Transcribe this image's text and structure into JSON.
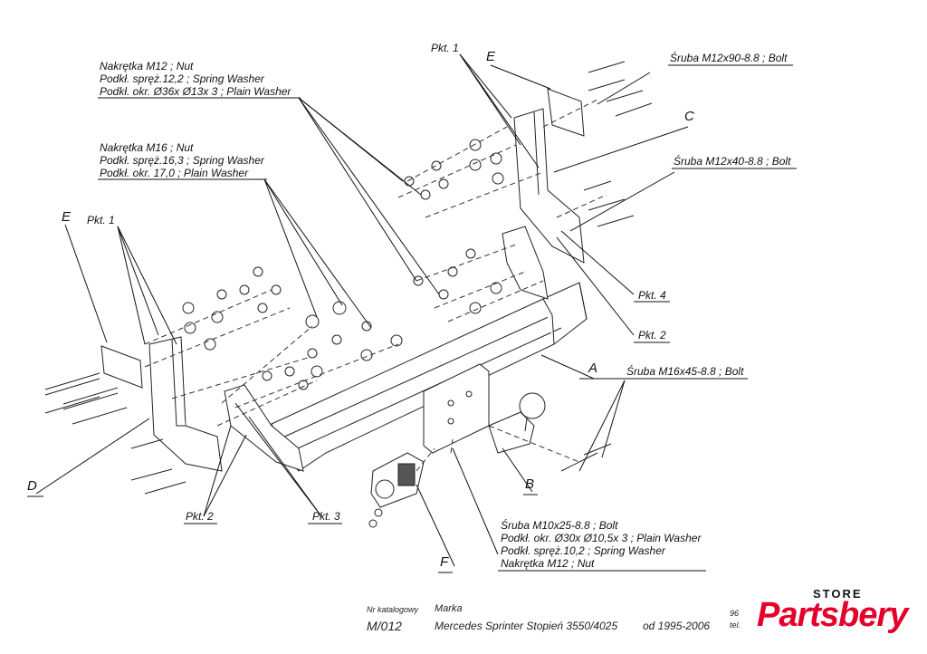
{
  "labels": {
    "pkt1_top": "Pkt. 1",
    "E_top": "E",
    "bolt_m12x90": "Śruba M12x90-8.8 ;  Bolt",
    "C": "C",
    "bolt_m12x40": "Śruba M12x40-8.8 ;  Bolt",
    "nut12_line1": "Nakrętka  M12 ; Nut",
    "nut12_line2": "Podkł. spręż.12,2 ; Spring Washer",
    "nut12_line3": "Podkł. okr.  Ø36x Ø13x 3 ; Plain Washer",
    "nut16_line1": "Nakrętka  M16 ; Nut",
    "nut16_line2": "Podkł. spręż.16,3 ; Spring Washer",
    "nut16_line3": "Podkł. okr. 17,0 ; Plain Washer",
    "E_left": "E",
    "pkt1_left": "Pkt. 1",
    "pkt4": "Pkt. 4",
    "pkt2_right": "Pkt. 2",
    "A": "A",
    "bolt_m16x45": "Śruba M16x45-8.8 ;  Bolt",
    "D": "D",
    "B": "B",
    "pkt2_left": "Pkt. 2",
    "pkt3": "Pkt. 3",
    "m10_line1": "Śruba M10x25-8.8 ;  Bolt",
    "m10_line2": "Podkł. okr.  Ø30x Ø10,5x 3 ; Plain Washer",
    "m10_line3": "Podkł. spręż.10,2 ; Spring Washer",
    "m10_line4": "Nakrętka  M12 ; Nut",
    "F": "F"
  },
  "footer": {
    "catalog_label": "Nr katalogowy",
    "brand_label": "Marka",
    "catalog_value": "M/012",
    "brand_value": "Mercedes Sprinter Stopień 3550/4025",
    "years": "od 1995-2006",
    "partial_1": "96",
    "partial_2": "tel."
  },
  "logo": {
    "store": "STORE",
    "name": "Partsbery",
    "color": "#e4002b"
  }
}
